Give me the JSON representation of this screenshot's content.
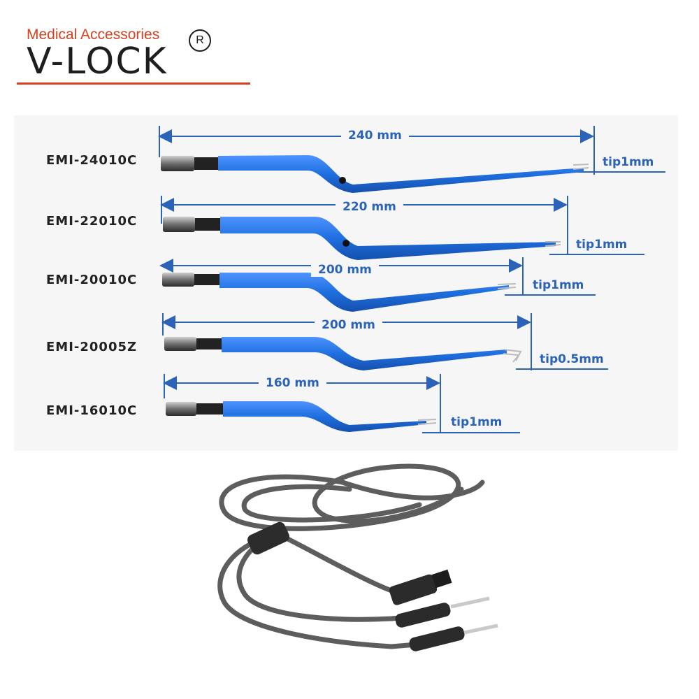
{
  "brand": {
    "tagline": "Medical Accessories",
    "name": "V-LOCK",
    "registered_mark": "R"
  },
  "products": [
    {
      "model": "EMI-24010C",
      "length": "240 mm",
      "tip": "tip1mm"
    },
    {
      "model": "EMI-22010C",
      "length": "220 mm",
      "tip": "tip1mm"
    },
    {
      "model": "EMI-20010C",
      "length": "200 mm",
      "tip": "tip1mm"
    },
    {
      "model": "EMI-20005Z",
      "length": "200 mm",
      "tip": "tip0.5mm"
    },
    {
      "model": "EMI-16010C",
      "length": "160 mm",
      "tip": "tip1mm"
    }
  ],
  "colors": {
    "brand_accent": "#d8401f",
    "dimension_blue": "#2a63b8",
    "forceps_blue": "#1f6fe0",
    "cable_gray": "#5d5d5d"
  }
}
